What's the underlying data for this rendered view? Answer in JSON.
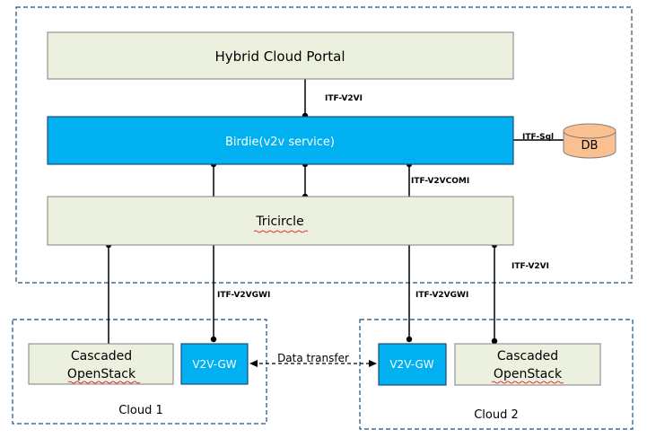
{
  "boxes": {
    "portal": "Hybrid Cloud Portal",
    "birdie": "Birdie(v2v service)",
    "tricircle": "Tricircle",
    "db": "DB",
    "cascaded_left_line1": "Cascaded",
    "cascaded_left_line2": "OpenStack",
    "gw_left": "V2V-GW",
    "gw_right": "V2V-GW",
    "cascaded_right_line1": "Cascaded",
    "cascaded_right_line2": "OpenStack"
  },
  "labels": {
    "itf_v2vi_top": "ITF-V2VI",
    "itf_sql": "ITF-Sql",
    "itf_v2vcomi": "ITF-V2VCOMI",
    "itf_v2vi_right": "ITF-V2VI",
    "itf_v2vgwi_left": "ITF-V2VGWI",
    "itf_v2vgwi_right": "ITF-V2VGWI",
    "data_transfer": "Data transfer"
  },
  "regions": {
    "cloud1": "Cloud 1",
    "cloud2": "Cloud 2"
  },
  "colors": {
    "box_fill": "#ebf1de",
    "box_stroke": "#7f7f7f",
    "birdie_fill": "#00b0f0",
    "db_fill": "#fac090",
    "dash_stroke": "#1f4e79"
  }
}
